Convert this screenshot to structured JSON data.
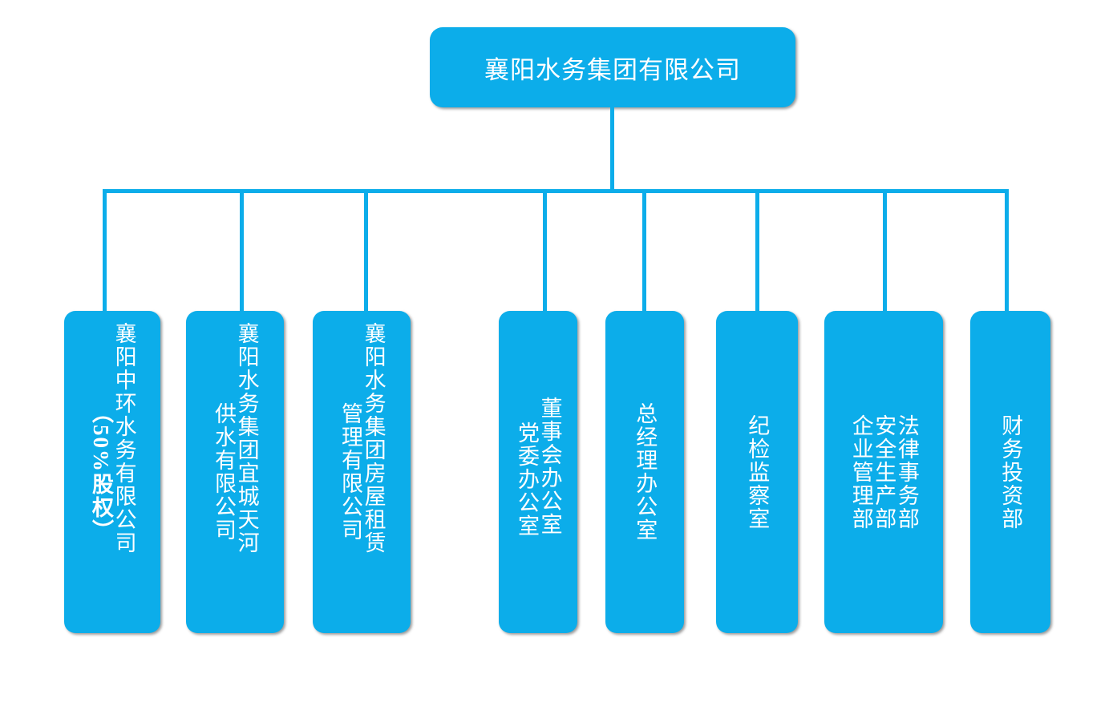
{
  "meta": {
    "title": "襄阳水务集团有限公司组织架构图",
    "accent_color": "#0CADEA",
    "text_color": "#FFFFFF",
    "background_color": "#FFFFFF"
  },
  "root": {
    "label": "襄阳水务集团有限公司"
  },
  "nodes": [
    {
      "id": "xiangyang-zhonghuan",
      "full_label": "襄阳中环水务有限公司（50%股权）",
      "columns": [
        {
          "text": "襄阳中环水务有限公司",
          "align": "top",
          "mixed": false
        },
        {
          "text": "（50%股权）",
          "align": "middle",
          "mixed": true
        }
      ]
    },
    {
      "id": "yicheng-tianhe-water-supply",
      "full_label": "襄阳水务集团宜城天河供水有限公司",
      "columns": [
        {
          "text": "襄阳水务集团宜城天河",
          "align": "top",
          "mixed": false
        },
        {
          "text": "供水有限公司",
          "align": "middle",
          "mixed": false
        }
      ]
    },
    {
      "id": "housing-lease-management",
      "full_label": "襄阳水务集团房屋租赁管理有限公司",
      "columns": [
        {
          "text": "襄阳水务集团房屋租赁",
          "align": "top",
          "mixed": false
        },
        {
          "text": "管理有限公司",
          "align": "middle",
          "mixed": false
        }
      ]
    },
    {
      "id": "board-and-party-office",
      "full_label": "董事会办公室 党委办公室",
      "columns": [
        {
          "text": "董事会办公室",
          "align": "middle",
          "mixed": false
        },
        {
          "text": "党委办公室",
          "align": "middle",
          "mixed": false
        }
      ]
    },
    {
      "id": "general-manager-office",
      "full_label": "总经理办公室",
      "columns": [
        {
          "text": "总经理办公室",
          "align": "middle",
          "mixed": false
        }
      ]
    },
    {
      "id": "discipline-inspection-office",
      "full_label": "纪检监察室",
      "columns": [
        {
          "text": "纪检监察室",
          "align": "middle",
          "mixed": false
        }
      ]
    },
    {
      "id": "legal-safety-enterprise-depts",
      "full_label": "法律事务部 安全生产部 企业管理部",
      "columns": [
        {
          "text": "法律事务部",
          "align": "middle",
          "mixed": false
        },
        {
          "text": "安全生产部",
          "align": "middle",
          "mixed": false
        },
        {
          "text": "企业管理部",
          "align": "middle",
          "mixed": false
        }
      ]
    },
    {
      "id": "finance-investment-dept",
      "full_label": "财务投资部",
      "columns": [
        {
          "text": "财务投资部",
          "align": "middle",
          "mixed": false
        }
      ]
    }
  ]
}
